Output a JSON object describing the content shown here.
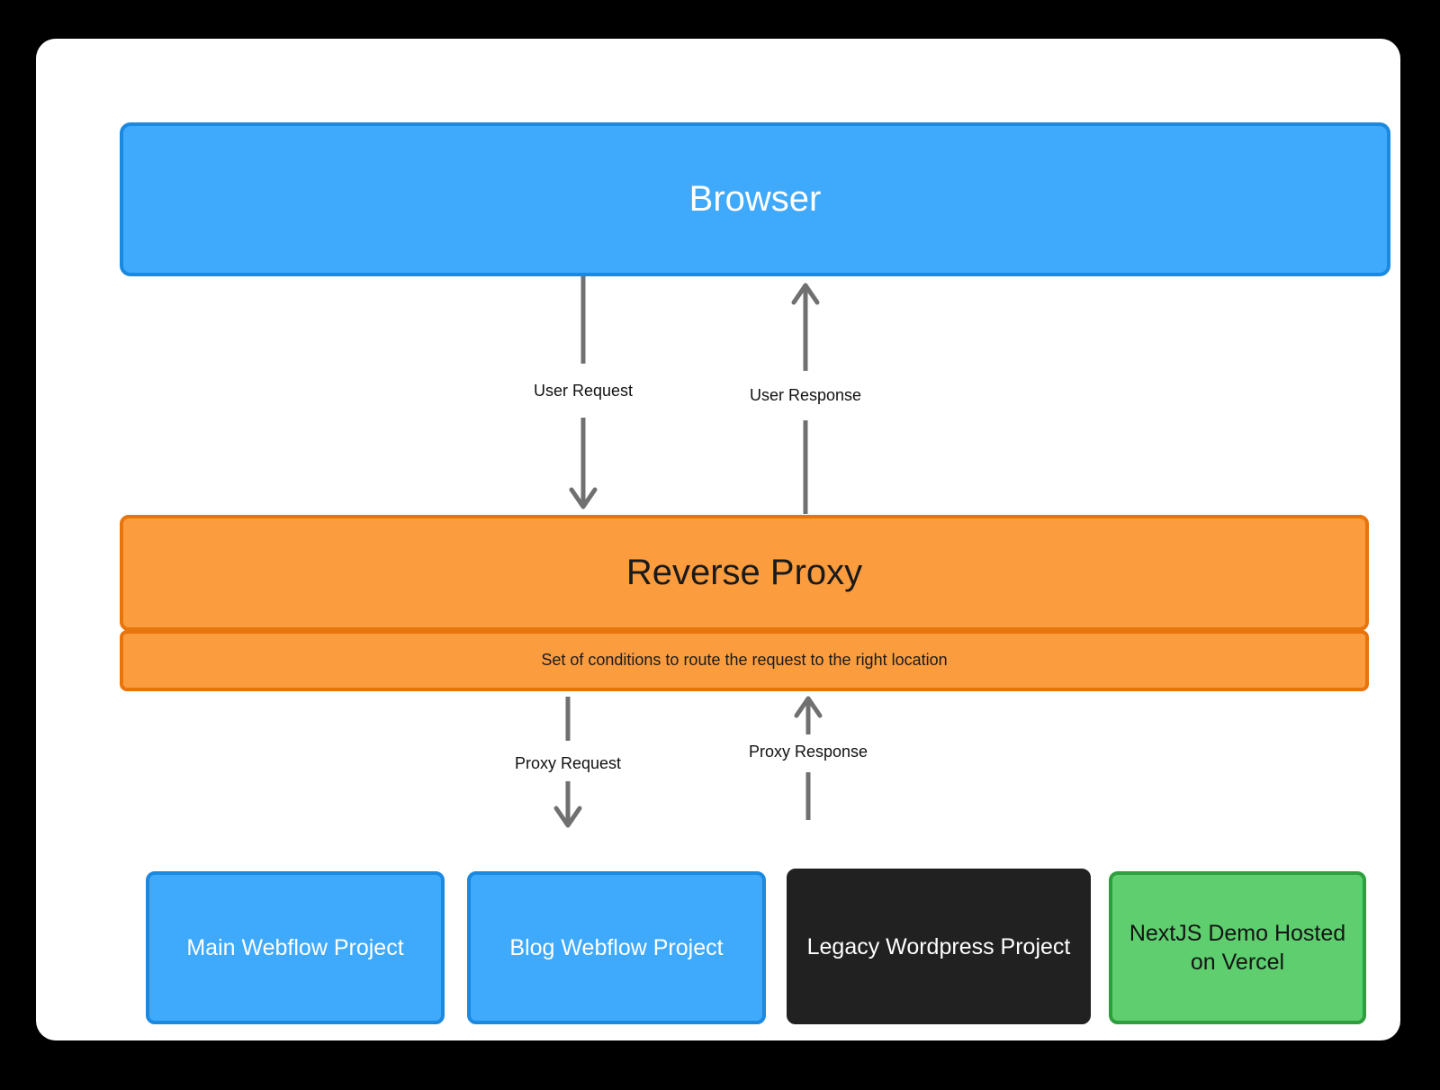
{
  "diagram": {
    "title_nodes": {
      "browser": "Browser",
      "reverse_proxy": "Reverse Proxy",
      "conditions": "Set of conditions to route the request to the right location"
    },
    "backends": [
      {
        "label": "Main Webflow Project",
        "color": "#3FA9FC"
      },
      {
        "label": "Blog Webflow Project",
        "color": "#3FA9FC"
      },
      {
        "label": "Legacy Wordpress Project",
        "color": "#212121"
      },
      {
        "label": "NextJS Demo Hosted on Vercel",
        "color": "#5ECE6F"
      }
    ],
    "connectors": [
      {
        "label": "User Request",
        "direction": "down",
        "from": "Browser",
        "to": "Reverse Proxy"
      },
      {
        "label": "User Response",
        "direction": "up",
        "from": "Reverse Proxy",
        "to": "Browser"
      },
      {
        "label": "Proxy Request",
        "direction": "down",
        "from": "Reverse Proxy",
        "to": "Backends"
      },
      {
        "label": "Proxy Response",
        "direction": "up",
        "from": "Backends",
        "to": "Reverse Proxy"
      }
    ],
    "colors": {
      "blue_fill": "#3FA9FC",
      "blue_border": "#1B89E0",
      "orange_fill": "#FB9D3F",
      "orange_border": "#E8740C",
      "green_fill": "#5ECE6F",
      "green_border": "#2E9E3E",
      "dark_fill": "#212121",
      "arrow_gray": "#707070",
      "card_background": "#FFFFFF",
      "page_background": "#000000"
    }
  }
}
